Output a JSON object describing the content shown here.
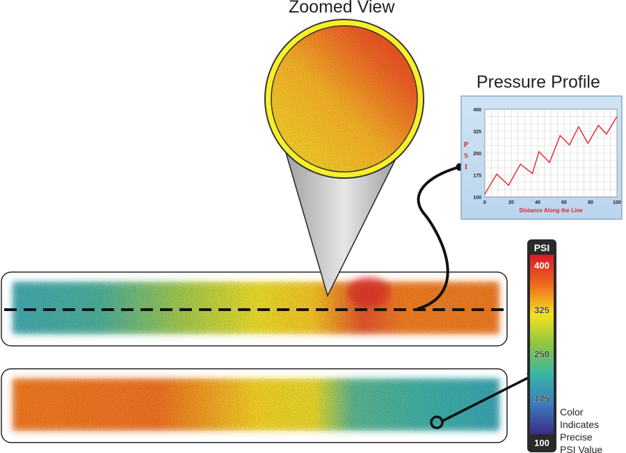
{
  "titles": {
    "zoomed_view": "Zoomed View",
    "pressure_profile": "Pressure Profile"
  },
  "colorbar": {
    "unit": "PSI",
    "ticks": [
      400,
      325,
      250,
      175,
      100
    ],
    "stops": [
      "#d81b2a",
      "#ee6a1e",
      "#f6e01e",
      "#8cc640",
      "#37b6a4",
      "#3b7cbd",
      "#3b2d83"
    ],
    "caption": [
      "Color",
      "Indicates",
      "Precise",
      "PSI Value"
    ]
  },
  "chart_data": {
    "type": "line",
    "title": "Pressure Profile",
    "xlabel": "Distance Along the Line",
    "ylabel": "P S I",
    "xlim": [
      0,
      100
    ],
    "ylim": [
      100,
      400
    ],
    "xticks": [
      0,
      20,
      40,
      60,
      80,
      100
    ],
    "yticks": [
      100,
      175,
      250,
      325,
      400
    ],
    "grid": true,
    "line_color": "#e8202a",
    "x": [
      0,
      9,
      18,
      27,
      36,
      41,
      49,
      57,
      64,
      71,
      78,
      86,
      92,
      100
    ],
    "values": [
      110,
      178,
      140,
      212,
      180,
      255,
      218,
      310,
      278,
      340,
      283,
      345,
      315,
      375
    ]
  },
  "colors": {
    "zoom_rim": "#f7ef2a",
    "pointer_fill": "#c4c4c4"
  }
}
